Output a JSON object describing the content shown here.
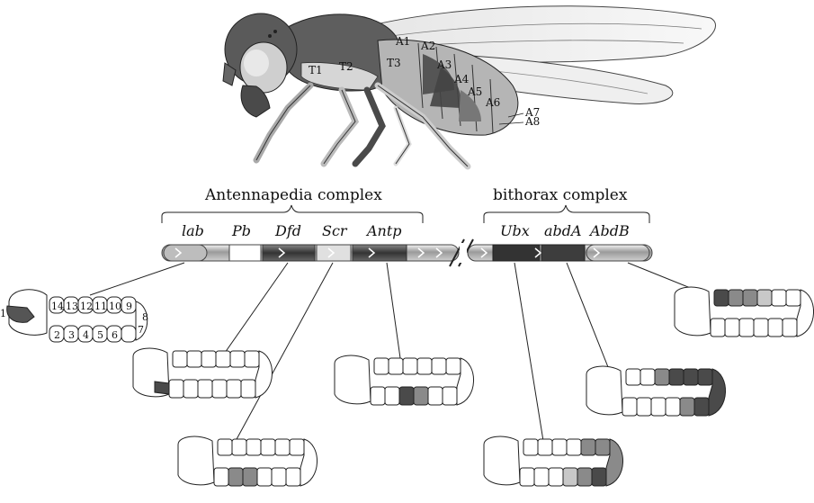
{
  "complexes": {
    "antennapedia": "Antennapedia complex",
    "bithorax": "bithorax complex"
  },
  "genes": [
    "lab",
    "Pb",
    "Dfd",
    "Scr",
    "Antp",
    "Ubx",
    "abdA",
    "AbdB"
  ],
  "fly_labels": {
    "T1": "T1",
    "T2": "T2",
    "T3": "T3",
    "A1": "A1",
    "A2": "A2",
    "A3": "A3",
    "A4": "A4",
    "A5": "A5",
    "A6": "A6",
    "A7": "A7",
    "A8": "A8"
  },
  "embryo_segments": {
    "top": [
      "14",
      "13",
      "12",
      "11",
      "10",
      "9"
    ],
    "bottom": [
      "2",
      "3",
      "4",
      "5",
      "6",
      "7"
    ],
    "side": [
      "1",
      "8"
    ]
  },
  "colors": {
    "dark": "#4a4a4a",
    "mid": "#8a8a8a",
    "light": "#c8c8c8",
    "fly_body": "#6a6a6a",
    "fly_light": "#d4d4d4"
  }
}
